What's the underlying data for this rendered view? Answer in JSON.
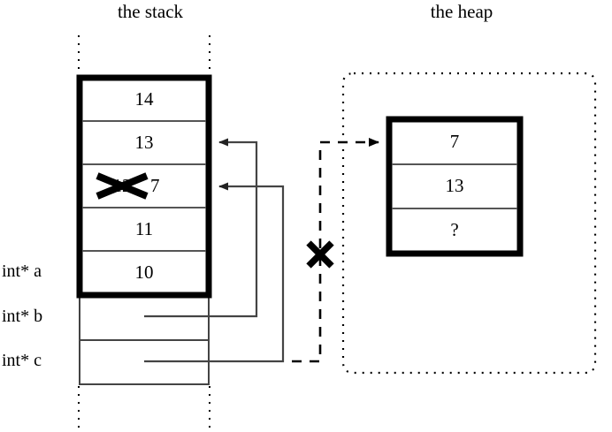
{
  "diagram": {
    "title_stack": "the stack",
    "title_heap": "the heap",
    "stack": {
      "frame_cells": [
        {
          "value": "14",
          "struck": false,
          "new_value": ""
        },
        {
          "value": "13",
          "struck": false,
          "new_value": ""
        },
        {
          "value": "12",
          "struck": true,
          "new_value": "7"
        },
        {
          "value": "11",
          "struck": false,
          "new_value": ""
        },
        {
          "value": "10",
          "struck": false,
          "new_value": ""
        }
      ],
      "pointer_cells": [
        {
          "label": "int* b",
          "value": ""
        },
        {
          "label": "int* c",
          "value": ""
        }
      ],
      "label_a": "int* a",
      "label_b": "int* b",
      "label_c": "int* c"
    },
    "heap": {
      "cells": [
        {
          "value": "7"
        },
        {
          "value": "13"
        },
        {
          "value": "?"
        }
      ]
    },
    "marks": {
      "struck_cell_x": "x-strike-over-12",
      "dangling_pointer_x": "x-strike-over-dashed-pointer"
    },
    "colors": {
      "stroke": "#000000",
      "thin_stroke": "#444444",
      "background": "#ffffff"
    }
  }
}
